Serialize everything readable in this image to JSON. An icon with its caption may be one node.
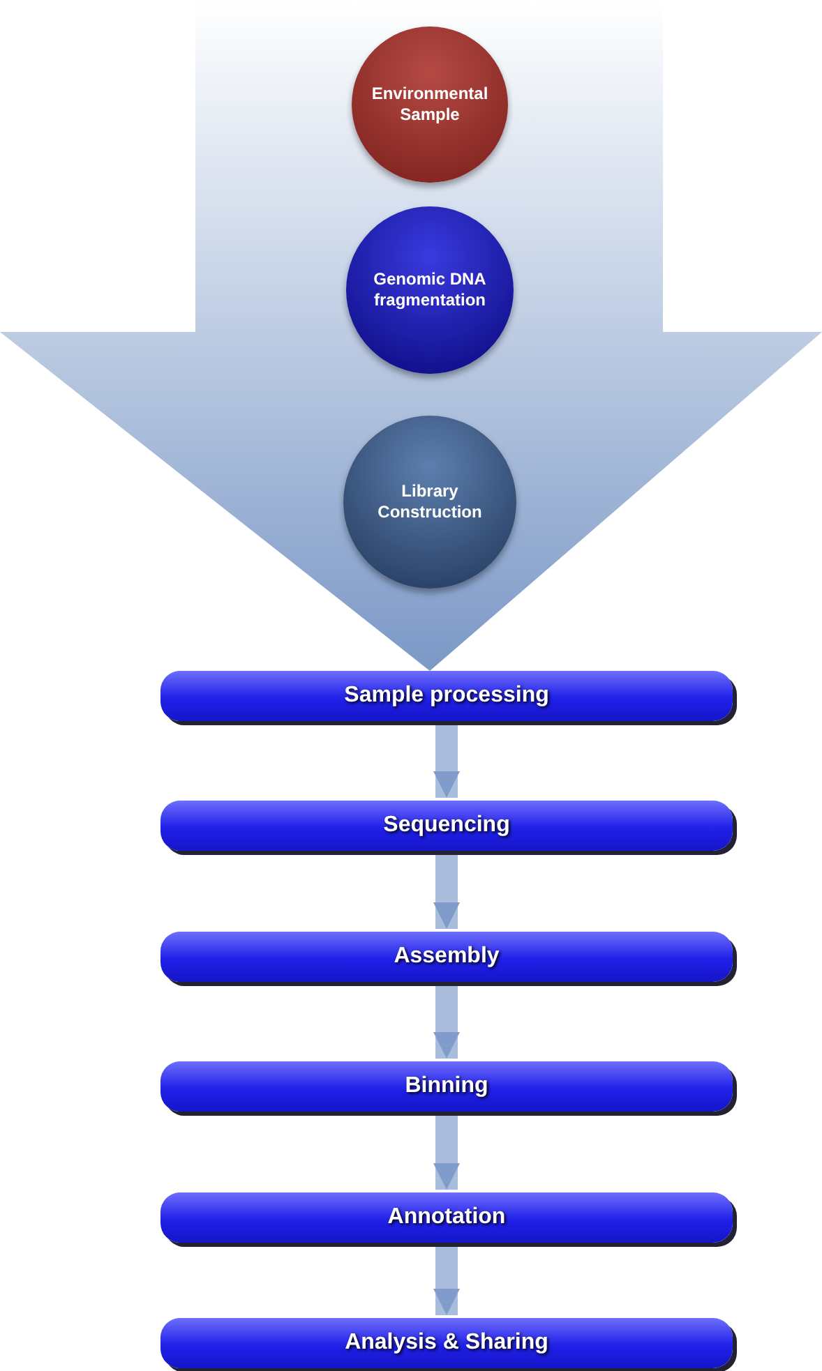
{
  "diagram": {
    "nodes": [
      {
        "text": [
          "Environmental Sample"
        ]
      },
      {
        "text": [
          "Genomic DNA fragmentation"
        ]
      },
      {
        "text": [
          "Library Construction"
        ]
      },
      {
        "text": [
          "Sample processing"
        ]
      },
      {
        "text": [
          "Sequencing"
        ]
      },
      {
        "text": [
          "Assembly"
        ]
      },
      {
        "text": [
          "Binning"
        ]
      },
      {
        "text": [
          "Annotation"
        ]
      },
      {
        "text": [
          "Analysis & Sharing"
        ]
      }
    ],
    "edges": [
      {
        "from": 3,
        "to": 4,
        "arrow": "to"
      },
      {
        "from": 4,
        "to": 5,
        "arrow": "to"
      },
      {
        "from": 5,
        "to": 6,
        "arrow": "to"
      },
      {
        "from": 6,
        "to": 7,
        "arrow": "to"
      },
      {
        "from": 7,
        "to": 8,
        "arrow": "to"
      },
      {
        "from": 0,
        "to": 3,
        "arrow": "to",
        "style": "thick"
      }
    ]
  }
}
